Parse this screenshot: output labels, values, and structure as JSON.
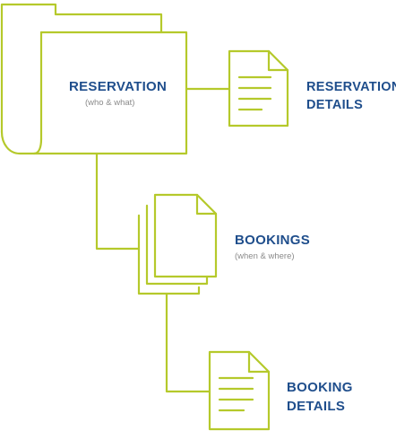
{
  "reservation": {
    "title": "RESERVATION",
    "subtitle": "(who & what)"
  },
  "reservation_details": {
    "line1": "RESERVATION",
    "line2": "DETAILS"
  },
  "bookings": {
    "title": "BOOKINGS",
    "subtitle": "(when & where)"
  },
  "booking_details": {
    "line1": "BOOKING",
    "line2": "DETAILS"
  },
  "colors": {
    "stroke": "#b5c92b",
    "title_text": "#1f4e8c",
    "subtitle_text": "#8a8a8a"
  },
  "icons": [
    "folder-icon",
    "document-icon",
    "documents-stack-icon",
    "document-icon"
  ]
}
